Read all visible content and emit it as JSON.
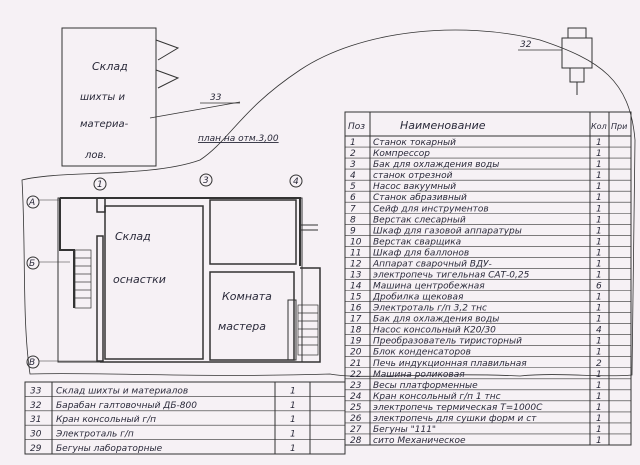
{
  "storage_box": {
    "line1": "Склад",
    "line2": "шихты и",
    "line3": "материа-",
    "line4": "лов.",
    "ref": "33"
  },
  "machine_ref": "32",
  "plan": {
    "title": "план на отм.3,00",
    "axes_letters": [
      "А",
      "Б",
      "В"
    ],
    "axes_numbers": [
      "1",
      "3",
      "4"
    ],
    "room1_line1": "Склад",
    "room1_line2": "оснастки",
    "room2_line1": "Комната",
    "room2_line2": "мастера"
  },
  "spec_table": {
    "headers": {
      "pos": "Поз",
      "name": "Наименование",
      "qty": "Кол",
      "note": "При"
    },
    "rows": [
      {
        "pos": "1",
        "name": "Станок токарный",
        "qty": "1"
      },
      {
        "pos": "2",
        "name": "Компрессор",
        "qty": "1"
      },
      {
        "pos": "3",
        "name": "Бак для охлаждения воды",
        "qty": "1"
      },
      {
        "pos": "4",
        "name": "станок отрезной",
        "qty": "1"
      },
      {
        "pos": "5",
        "name": "Насос вакуумный",
        "qty": "1"
      },
      {
        "pos": "6",
        "name": "Станок абразивный",
        "qty": "1"
      },
      {
        "pos": "7",
        "name": "Сейф для инструментов",
        "qty": "1"
      },
      {
        "pos": "8",
        "name": "Верстак слесарный",
        "qty": "1"
      },
      {
        "pos": "9",
        "name": "Шкаф для газовой аппаратуры",
        "qty": "1"
      },
      {
        "pos": "10",
        "name": "Верстак сварщика",
        "qty": "1"
      },
      {
        "pos": "11",
        "name": "Шкаф для баллонов",
        "qty": "1"
      },
      {
        "pos": "12",
        "name": "Аппарат сварочный ВДУ-",
        "qty": "1"
      },
      {
        "pos": "13",
        "name": "электропечь тигельная САТ-0,25",
        "qty": "1"
      },
      {
        "pos": "14",
        "name": "Машина центробежная",
        "qty": "6"
      },
      {
        "pos": "15",
        "name": "Дробилка щековая",
        "qty": "1"
      },
      {
        "pos": "16",
        "name": "Электроталь г/п 3,2 тнс",
        "qty": "1"
      },
      {
        "pos": "17",
        "name": "Бак для охлаждения воды",
        "qty": "1"
      },
      {
        "pos": "18",
        "name": "Насос консольный К20/30",
        "qty": "4"
      },
      {
        "pos": "19",
        "name": "Преобразователь тиристорный",
        "qty": "1"
      },
      {
        "pos": "20",
        "name": "Блок конденсаторов",
        "qty": "1"
      },
      {
        "pos": "21",
        "name": "Печь индукционная плавильная",
        "qty": "2"
      },
      {
        "pos": "22",
        "name": "Машина роликовая",
        "qty": "1"
      },
      {
        "pos": "23",
        "name": "Весы платформенные",
        "qty": "1"
      },
      {
        "pos": "24",
        "name": "Кран консольный г/п 1 тнс",
        "qty": "1"
      },
      {
        "pos": "25",
        "name": "электропечь термическая Т=1000С",
        "qty": "1"
      },
      {
        "pos": "26",
        "name": "электропечь для сушки форм и ст",
        "qty": "1"
      },
      {
        "pos": "27",
        "name": "Бегуны \"111\"",
        "qty": "1"
      },
      {
        "pos": "28",
        "name": "сито Механическое",
        "qty": "1"
      }
    ]
  },
  "bottom_table": {
    "rows": [
      {
        "pos": "33",
        "name": "Склад шихты и материалов",
        "qty": "1"
      },
      {
        "pos": "32",
        "name": "Барабан галтовочный ДБ-800",
        "qty": "1"
      },
      {
        "pos": "31",
        "name": "Кран консольный г/п",
        "qty": "1"
      },
      {
        "pos": "30",
        "name": "Электроталь г/п",
        "qty": "1"
      },
      {
        "pos": "29",
        "name": "Бегуны лабораторные",
        "qty": "1"
      }
    ]
  }
}
